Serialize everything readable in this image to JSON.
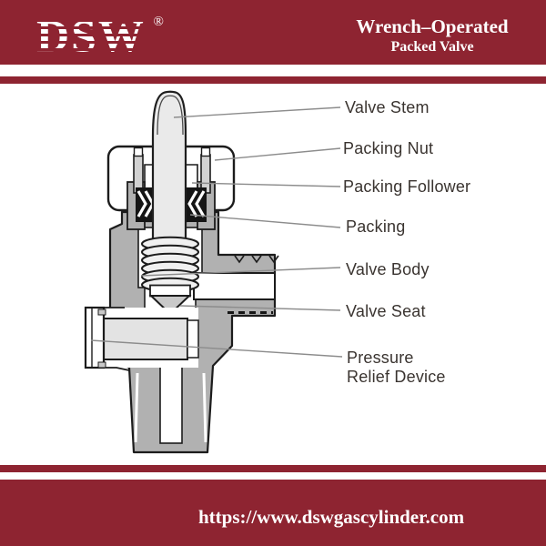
{
  "brand": {
    "logo_text": "DSW",
    "registered_mark": "®"
  },
  "header": {
    "title_line1": "Wrench–Operated",
    "title_line2": "Packed Valve"
  },
  "diagram": {
    "labels": [
      {
        "id": "valve-stem",
        "text": "Valve Stem"
      },
      {
        "id": "packing-nut",
        "text": "Packing Nut"
      },
      {
        "id": "packing-follower",
        "text": "Packing Follower"
      },
      {
        "id": "packing",
        "text": "Packing"
      },
      {
        "id": "valve-body",
        "text": "Valve Body"
      },
      {
        "id": "valve-seat",
        "text": "Valve Seat"
      },
      {
        "id": "pressure-relief-device",
        "text": "Pressure Relief Device"
      }
    ]
  },
  "footer": {
    "url": "https://www.dswgascylinder.com"
  },
  "colors": {
    "brand_red": "#8e2431",
    "leader_line_gray": "#8c8c8c",
    "body_gray": "#b1b1b1",
    "stem_gray": "#eaeaea",
    "packing_black": "#151515",
    "outline": "#1c1c1c",
    "label_text": "#3a3430"
  }
}
